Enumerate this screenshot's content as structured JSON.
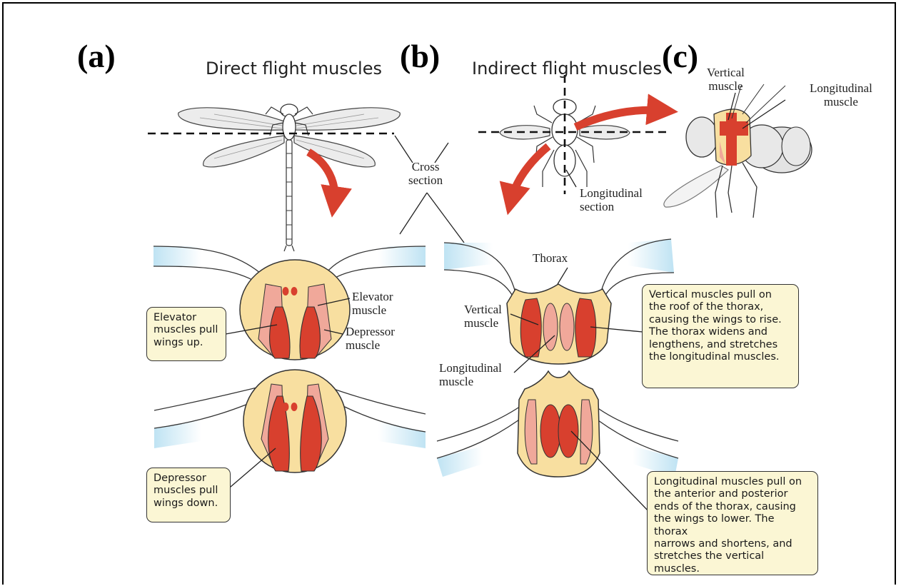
{
  "panels": {
    "a": "(a)",
    "b": "(b)",
    "c": "(c)"
  },
  "headings": {
    "direct": "Direct flight muscles",
    "indirect": "Indirect flight muscles"
  },
  "labels": {
    "cross_section": "Cross\nsection",
    "longitudinal_section": "Longitudinal\nsection",
    "vertical_muscle_c": "Vertical\nmuscle",
    "longitudinal_muscle_c": "Longitudinal\nmuscle",
    "thorax": "Thorax",
    "elevator_muscle": "Elevator\nmuscle",
    "depressor_muscle": "Depressor\nmuscle",
    "vertical_muscle_b": "Vertical\nmuscle",
    "longitudinal_muscle_b": "Longitudinal\nmuscle"
  },
  "callouts": {
    "elevator_pull": "Elevator\nmuscles pull\nwings up.",
    "depressor_pull": "Depressor\nmuscles pull\nwings down.",
    "vertical_pull": "Vertical muscles pull on\nthe roof of the thorax,\ncausing the wings to rise.\nThe thorax widens and\nlengthens, and stretches\nthe longitudinal muscles.",
    "longitudinal_pull": "Longitudinal muscles pull on\nthe anterior and posterior\nends of the thorax, causing\nthe wings to lower. The thorax\nnarrows and shortens, and\nstretches the vertical muscles."
  },
  "colors": {
    "muscle": "#d8402e",
    "muscle_light": "#f0a89a",
    "thorax_fill": "#f8dfa0",
    "arrow": "#d8402e",
    "wing_tip": "#bfe3f3",
    "callout_bg": "#fbf6d4"
  }
}
